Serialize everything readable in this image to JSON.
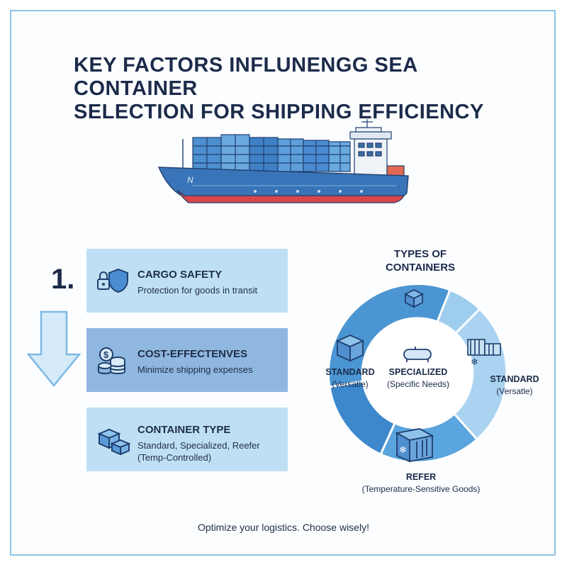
{
  "title": {
    "line1": "KEY FACTORS INFLUNENGG SEA CONTAINER",
    "line2": "SELECTION FOR SHIPPING EFFICIENCY"
  },
  "ship": {
    "hull_mark": "ℕ"
  },
  "step": {
    "number": "1."
  },
  "factors": [
    {
      "title": "CARGO SAFETY",
      "desc": "Protection for goods in transit",
      "icon": "shield-lock-icon"
    },
    {
      "title": "COST-EFFECTENVES",
      "desc": "Minimize shipping expenses",
      "icon": "coin-stack-icon"
    },
    {
      "title": "CONTAINER TYPE",
      "desc": "Standard, Specialized, Reefer (Temp-Controlled)",
      "icon": "boxes-icon"
    }
  ],
  "wheel": {
    "title_line1": "TYPES OF",
    "title_line2": "CONTAINERS",
    "left": {
      "name": "STANDARD",
      "note": "(Versatle)"
    },
    "center": {
      "name": "SPECIALIZED",
      "note": "(Specific Needs)"
    },
    "right": {
      "name": "STANDARD",
      "note": "(Versatle)"
    },
    "bottom": {
      "name": "REFER",
      "note": "(Temperature-Sensitive Goods)"
    }
  },
  "footer": "Optimize your logistics. Choose wisely!",
  "colors": {
    "frame": "#8ec4e6",
    "title": "#1c2b4a",
    "card_light": "#bfe0f4",
    "card_dark": "#8fb7df",
    "ship_hull": "#3a74b8",
    "ship_keel": "#d9464a",
    "wheel_dark": "#4b95d3",
    "wheel_light": "#a9d3f0"
  }
}
